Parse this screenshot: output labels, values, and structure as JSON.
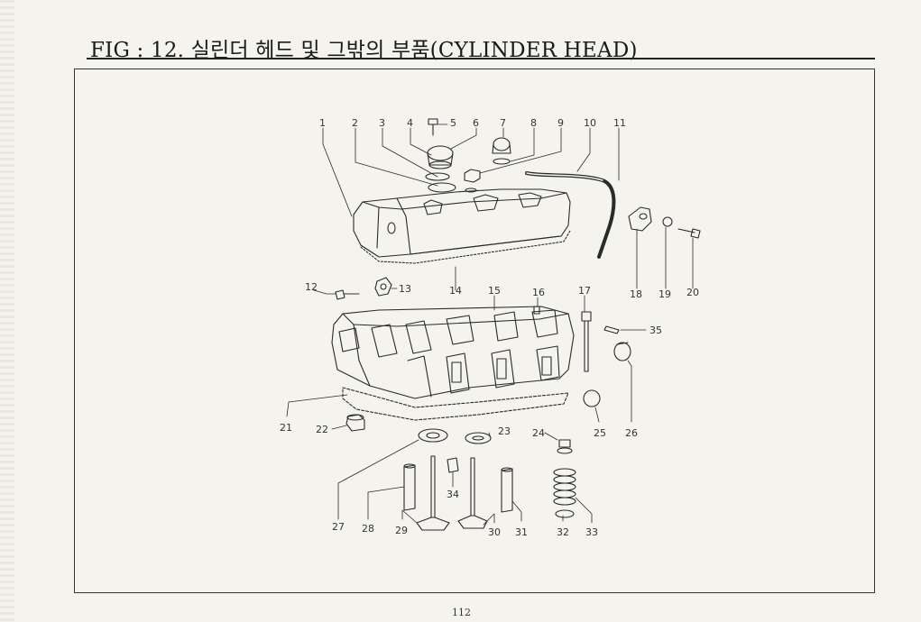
{
  "document": {
    "title": "FIG : 12. 실린더 헤드 및 그밖의 부품(CYLINDER HEAD)",
    "page_number": "112"
  },
  "callouts": {
    "c1": "1",
    "c2": "2",
    "c3": "3",
    "c4": "4",
    "c5": "5",
    "c6": "6",
    "c7": "7",
    "c8": "8",
    "c9": "9",
    "c10": "10",
    "c11": "11",
    "c12": "12",
    "c13": "13",
    "c14": "14",
    "c15": "15",
    "c16": "16",
    "c17": "17",
    "c18": "18",
    "c19": "19",
    "c20": "20",
    "c21": "21",
    "c22": "22",
    "c23": "23",
    "c24": "24",
    "c25": "25",
    "c26": "26",
    "c27": "27",
    "c28": "28",
    "c29": "29",
    "c30": "30",
    "c31": "31",
    "c32": "32",
    "c33": "33",
    "c34": "34",
    "c35": "35"
  }
}
